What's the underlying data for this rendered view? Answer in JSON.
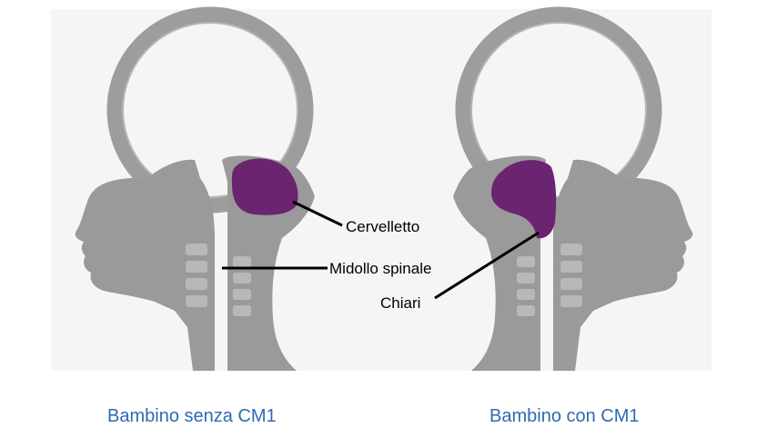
{
  "labels": {
    "cerebellum": "Cervelletto",
    "spinal_cord": "Midollo spinale",
    "chiari": "Chiari"
  },
  "captions": {
    "left": "Bambino senza CM1",
    "right": "Bambino con CM1"
  },
  "colors": {
    "tissue": "#9a9a9a",
    "skull_ring": "#9d9d9d",
    "cerebellum": "#6b2470",
    "vertebra": "#b8b8b8",
    "caption": "#2e6ab0",
    "background": "#f5f5f5"
  }
}
